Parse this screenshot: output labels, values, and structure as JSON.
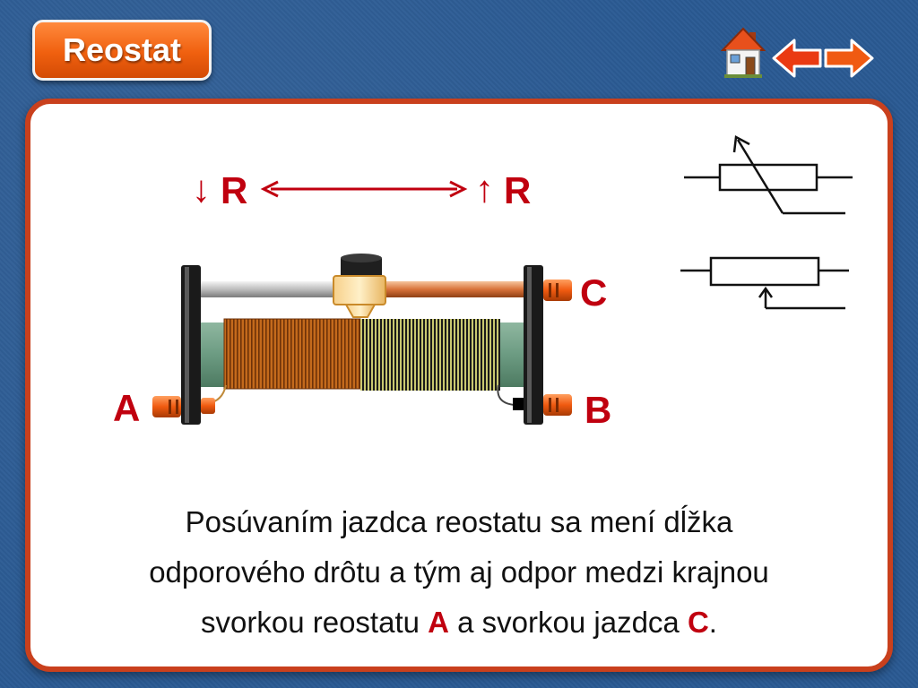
{
  "header": {
    "title": "Reostat",
    "nav": {
      "home_icon": "home-icon",
      "back_icon": "arrow-left-icon",
      "forward_icon": "arrow-right-icon"
    }
  },
  "diagram": {
    "terminal_a": "A",
    "terminal_b": "B",
    "terminal_c": "C",
    "resistance_decrease": {
      "arrow": "↓",
      "label": "R"
    },
    "resistance_increase": {
      "arrow": "↑",
      "label": "R"
    },
    "symbols": [
      "variable-resistor-symbol",
      "potentiometer-symbol"
    ]
  },
  "description": {
    "line1": "Posúvaním jazdca reostatu sa mení dĺžka",
    "line2": "odporového drôtu a tým aj odpor medzi krajnou",
    "line3_pre": "svorkou reostatu ",
    "line3_a": "A",
    "line3_mid": " a svorkou jazdca ",
    "line3_c": "C",
    "line3_end": "."
  },
  "colors": {
    "accent_red": "#c0000f",
    "panel_border": "#c9401d",
    "title_orange": "#f0600f",
    "background_blue": "#2a5a93"
  }
}
